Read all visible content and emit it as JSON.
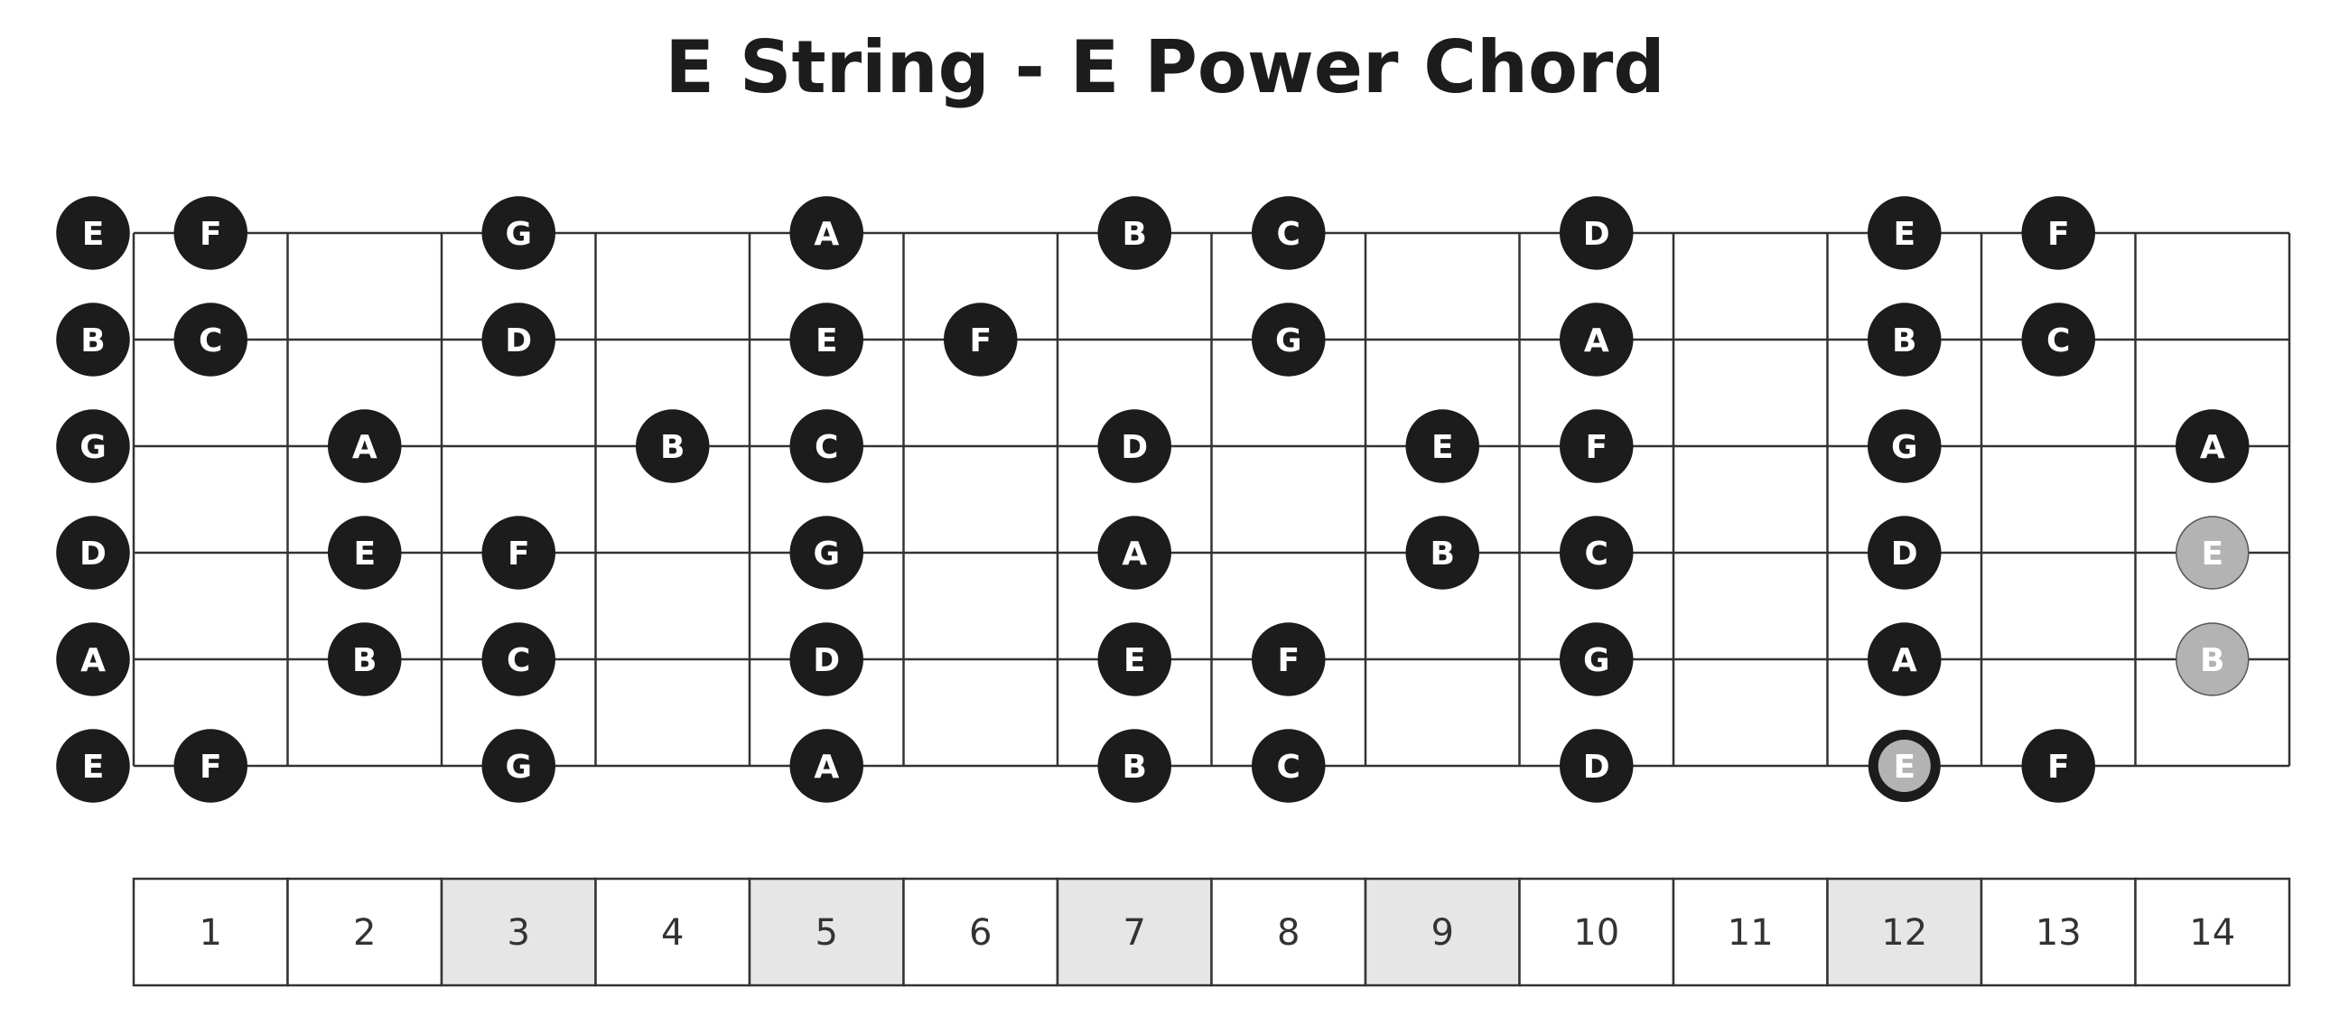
{
  "title": "E String - E Power Chord",
  "fret_count": 14,
  "strings": [
    {
      "open": "E",
      "notes": [
        {
          "fret": 1,
          "note": "F"
        },
        {
          "fret": 3,
          "note": "G"
        },
        {
          "fret": 5,
          "note": "A"
        },
        {
          "fret": 7,
          "note": "B"
        },
        {
          "fret": 8,
          "note": "C"
        },
        {
          "fret": 10,
          "note": "D"
        },
        {
          "fret": 12,
          "note": "E"
        },
        {
          "fret": 13,
          "note": "F"
        }
      ]
    },
    {
      "open": "B",
      "notes": [
        {
          "fret": 1,
          "note": "C"
        },
        {
          "fret": 3,
          "note": "D"
        },
        {
          "fret": 5,
          "note": "E"
        },
        {
          "fret": 6,
          "note": "F"
        },
        {
          "fret": 8,
          "note": "G"
        },
        {
          "fret": 10,
          "note": "A"
        },
        {
          "fret": 12,
          "note": "B"
        },
        {
          "fret": 13,
          "note": "C"
        }
      ]
    },
    {
      "open": "G",
      "notes": [
        {
          "fret": 2,
          "note": "A"
        },
        {
          "fret": 4,
          "note": "B"
        },
        {
          "fret": 5,
          "note": "C"
        },
        {
          "fret": 7,
          "note": "D"
        },
        {
          "fret": 9,
          "note": "E"
        },
        {
          "fret": 10,
          "note": "F"
        },
        {
          "fret": 12,
          "note": "G"
        },
        {
          "fret": 14,
          "note": "A"
        }
      ]
    },
    {
      "open": "D",
      "notes": [
        {
          "fret": 2,
          "note": "E"
        },
        {
          "fret": 3,
          "note": "F"
        },
        {
          "fret": 5,
          "note": "G"
        },
        {
          "fret": 7,
          "note": "A"
        },
        {
          "fret": 9,
          "note": "B"
        },
        {
          "fret": 10,
          "note": "C"
        },
        {
          "fret": 12,
          "note": "D"
        },
        {
          "fret": 14,
          "note": "E",
          "highlight": true
        }
      ]
    },
    {
      "open": "A",
      "notes": [
        {
          "fret": 2,
          "note": "B"
        },
        {
          "fret": 3,
          "note": "C"
        },
        {
          "fret": 5,
          "note": "D"
        },
        {
          "fret": 7,
          "note": "E"
        },
        {
          "fret": 8,
          "note": "F"
        },
        {
          "fret": 10,
          "note": "G"
        },
        {
          "fret": 12,
          "note": "A"
        },
        {
          "fret": 14,
          "note": "B",
          "highlight": true
        }
      ]
    },
    {
      "open": "E",
      "notes": [
        {
          "fret": 1,
          "note": "F"
        },
        {
          "fret": 3,
          "note": "G"
        },
        {
          "fret": 5,
          "note": "A"
        },
        {
          "fret": 7,
          "note": "B"
        },
        {
          "fret": 8,
          "note": "C"
        },
        {
          "fret": 10,
          "note": "D"
        },
        {
          "fret": 12,
          "note": "E",
          "highlight": true,
          "root": true
        },
        {
          "fret": 13,
          "note": "F"
        }
      ]
    }
  ],
  "fret_numbers": [
    "1",
    "2",
    "3",
    "4",
    "5",
    "6",
    "7",
    "8",
    "9",
    "10",
    "11",
    "12",
    "13",
    "14"
  ],
  "marker_frets": [
    3,
    5,
    7,
    9,
    12
  ],
  "colors": {
    "note_fill": "#1c1c1c",
    "note_text": "#ffffff",
    "highlight_fill": "#b3b3b3",
    "root_ring": "#1c1c1c",
    "grid_line": "#333333",
    "marker_cell": "#e6e6e6"
  }
}
